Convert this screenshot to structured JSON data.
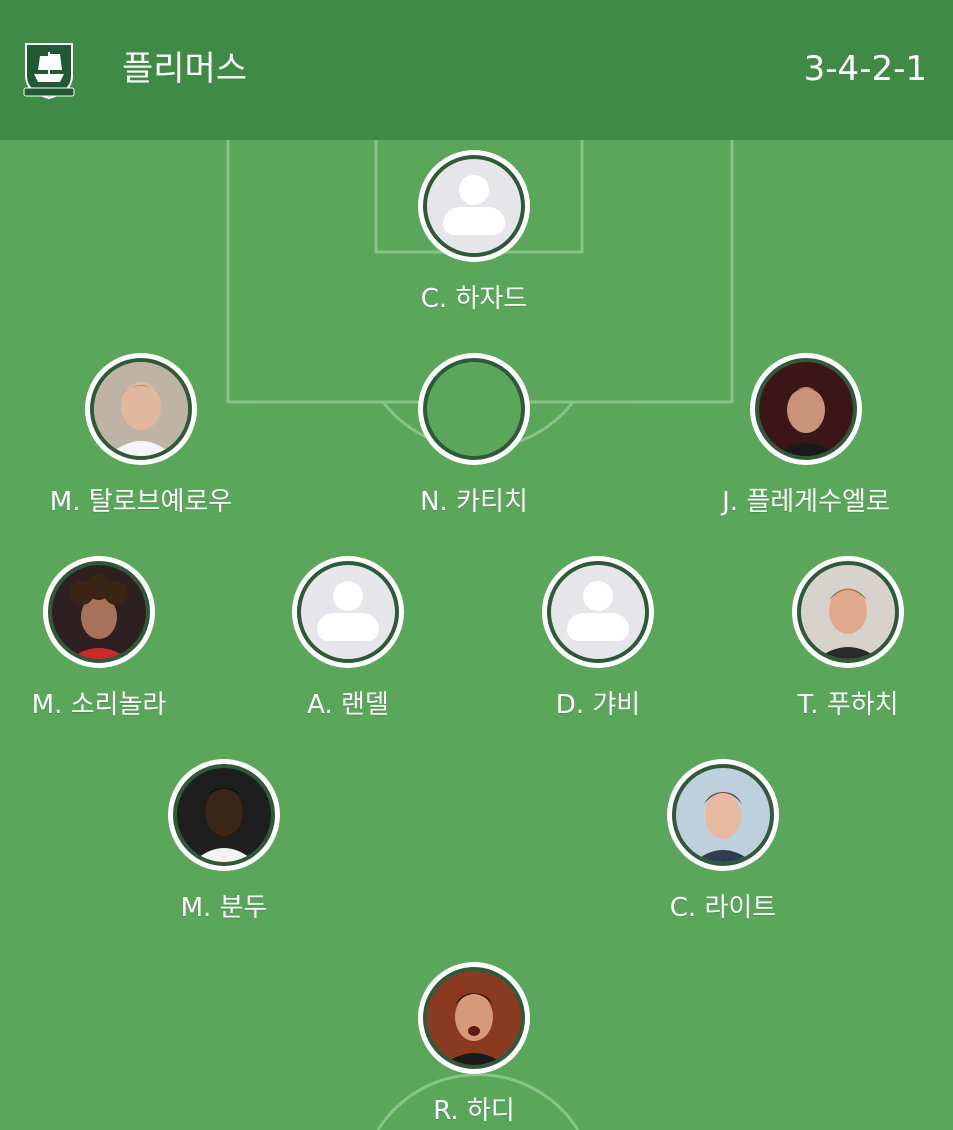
{
  "header": {
    "team_name": "플리머스",
    "formation": "3-4-2-1",
    "logo_icon": "club-crest-icon"
  },
  "colors": {
    "header_bg": "#3f8a44",
    "pitch_bg": "#5aa65b",
    "avatar_ring": "#2e5a39"
  },
  "players": [
    {
      "name": "C. 하자드",
      "avatar": "placeholder"
    },
    {
      "name": "M. 탈로브예로우",
      "avatar": "photo"
    },
    {
      "name": "N. 카티치",
      "avatar": "empty"
    },
    {
      "name": "J. 플레게수엘로",
      "avatar": "photo"
    },
    {
      "name": "M. 소리놀라",
      "avatar": "photo"
    },
    {
      "name": "A. 랜델",
      "avatar": "placeholder"
    },
    {
      "name": "D. 갸비",
      "avatar": "placeholder"
    },
    {
      "name": "T. 푸하치",
      "avatar": "photo"
    },
    {
      "name": "M. 분두",
      "avatar": "photo"
    },
    {
      "name": "C. 라이트",
      "avatar": "photo"
    },
    {
      "name": "R. 하디",
      "avatar": "photo"
    }
  ]
}
